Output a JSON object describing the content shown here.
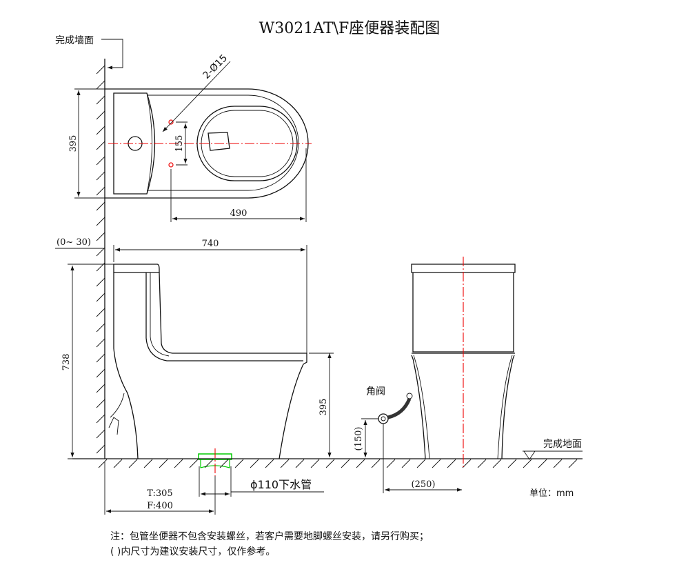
{
  "title": "W3021AT\\F座便器装配图",
  "labels": {
    "wall": "完成墙面",
    "floor": "完成地面",
    "angle_valve": "角阀",
    "drain": "ϕ110下水管",
    "unit": "单位：mm"
  },
  "dimensions": {
    "holes": "2-Ø15",
    "top_depth": "395",
    "hole_spacing": "155",
    "hole_to_front": "490",
    "wall_gap": "(0~ 30)",
    "length": "740",
    "height": "738",
    "seat_height": "395",
    "valve_height": "(150)",
    "valve_offset": "(250)",
    "rough_in_t": "T:305",
    "rough_in_f": "F:400"
  },
  "notes": [
    "注：包管坐便器不包含安装螺丝，若客户需要地脚螺丝安装，请另行购买；",
    "( )内尺寸为建议安装尺寸，仅作参考。"
  ],
  "colors": {
    "centerline": "#e00000",
    "drain_flange": "#00cc00"
  }
}
